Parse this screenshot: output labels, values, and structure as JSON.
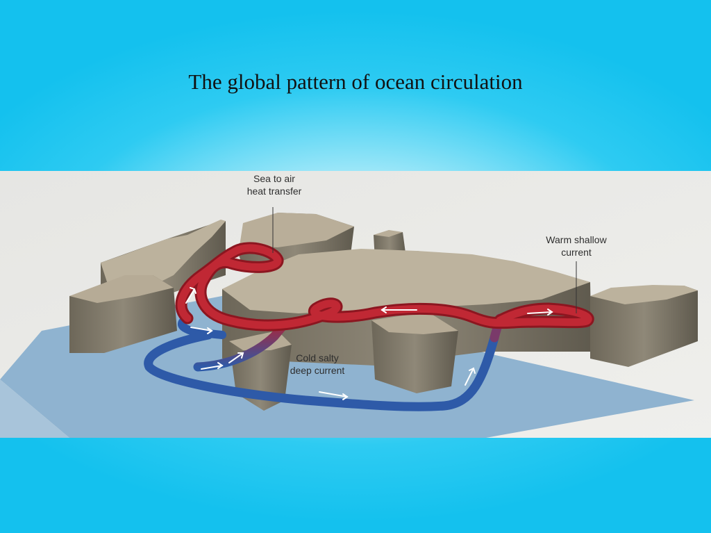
{
  "slide": {
    "title": "The global pattern of ocean circulation"
  },
  "diagram": {
    "labels": {
      "sea_to_air": [
        "Sea to air",
        "heat transfer"
      ],
      "warm_current": [
        "Warm shallow",
        "current"
      ],
      "cold_current": [
        "Cold salty",
        "deep current"
      ]
    },
    "colors": {
      "warm_current": "#b3202c",
      "cold_current": "#2e5aa8",
      "land": "#b6ab96",
      "ocean_plane": "#8eb2cf"
    }
  }
}
